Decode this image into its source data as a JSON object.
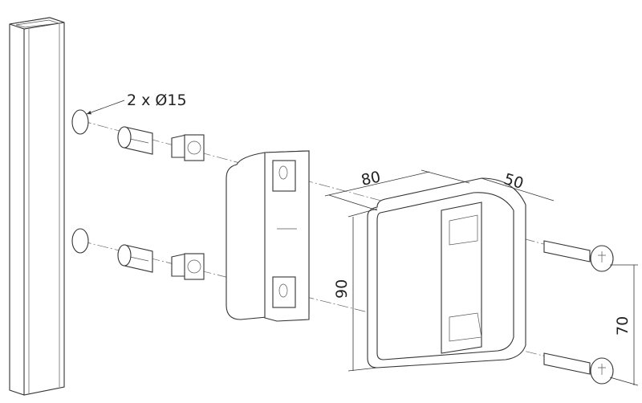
{
  "labels": {
    "hole_spec": "2 x Ø15",
    "width_dim": "80",
    "depth_dim": "50",
    "height_dim": "90",
    "screw_spacing_dim": "70"
  }
}
